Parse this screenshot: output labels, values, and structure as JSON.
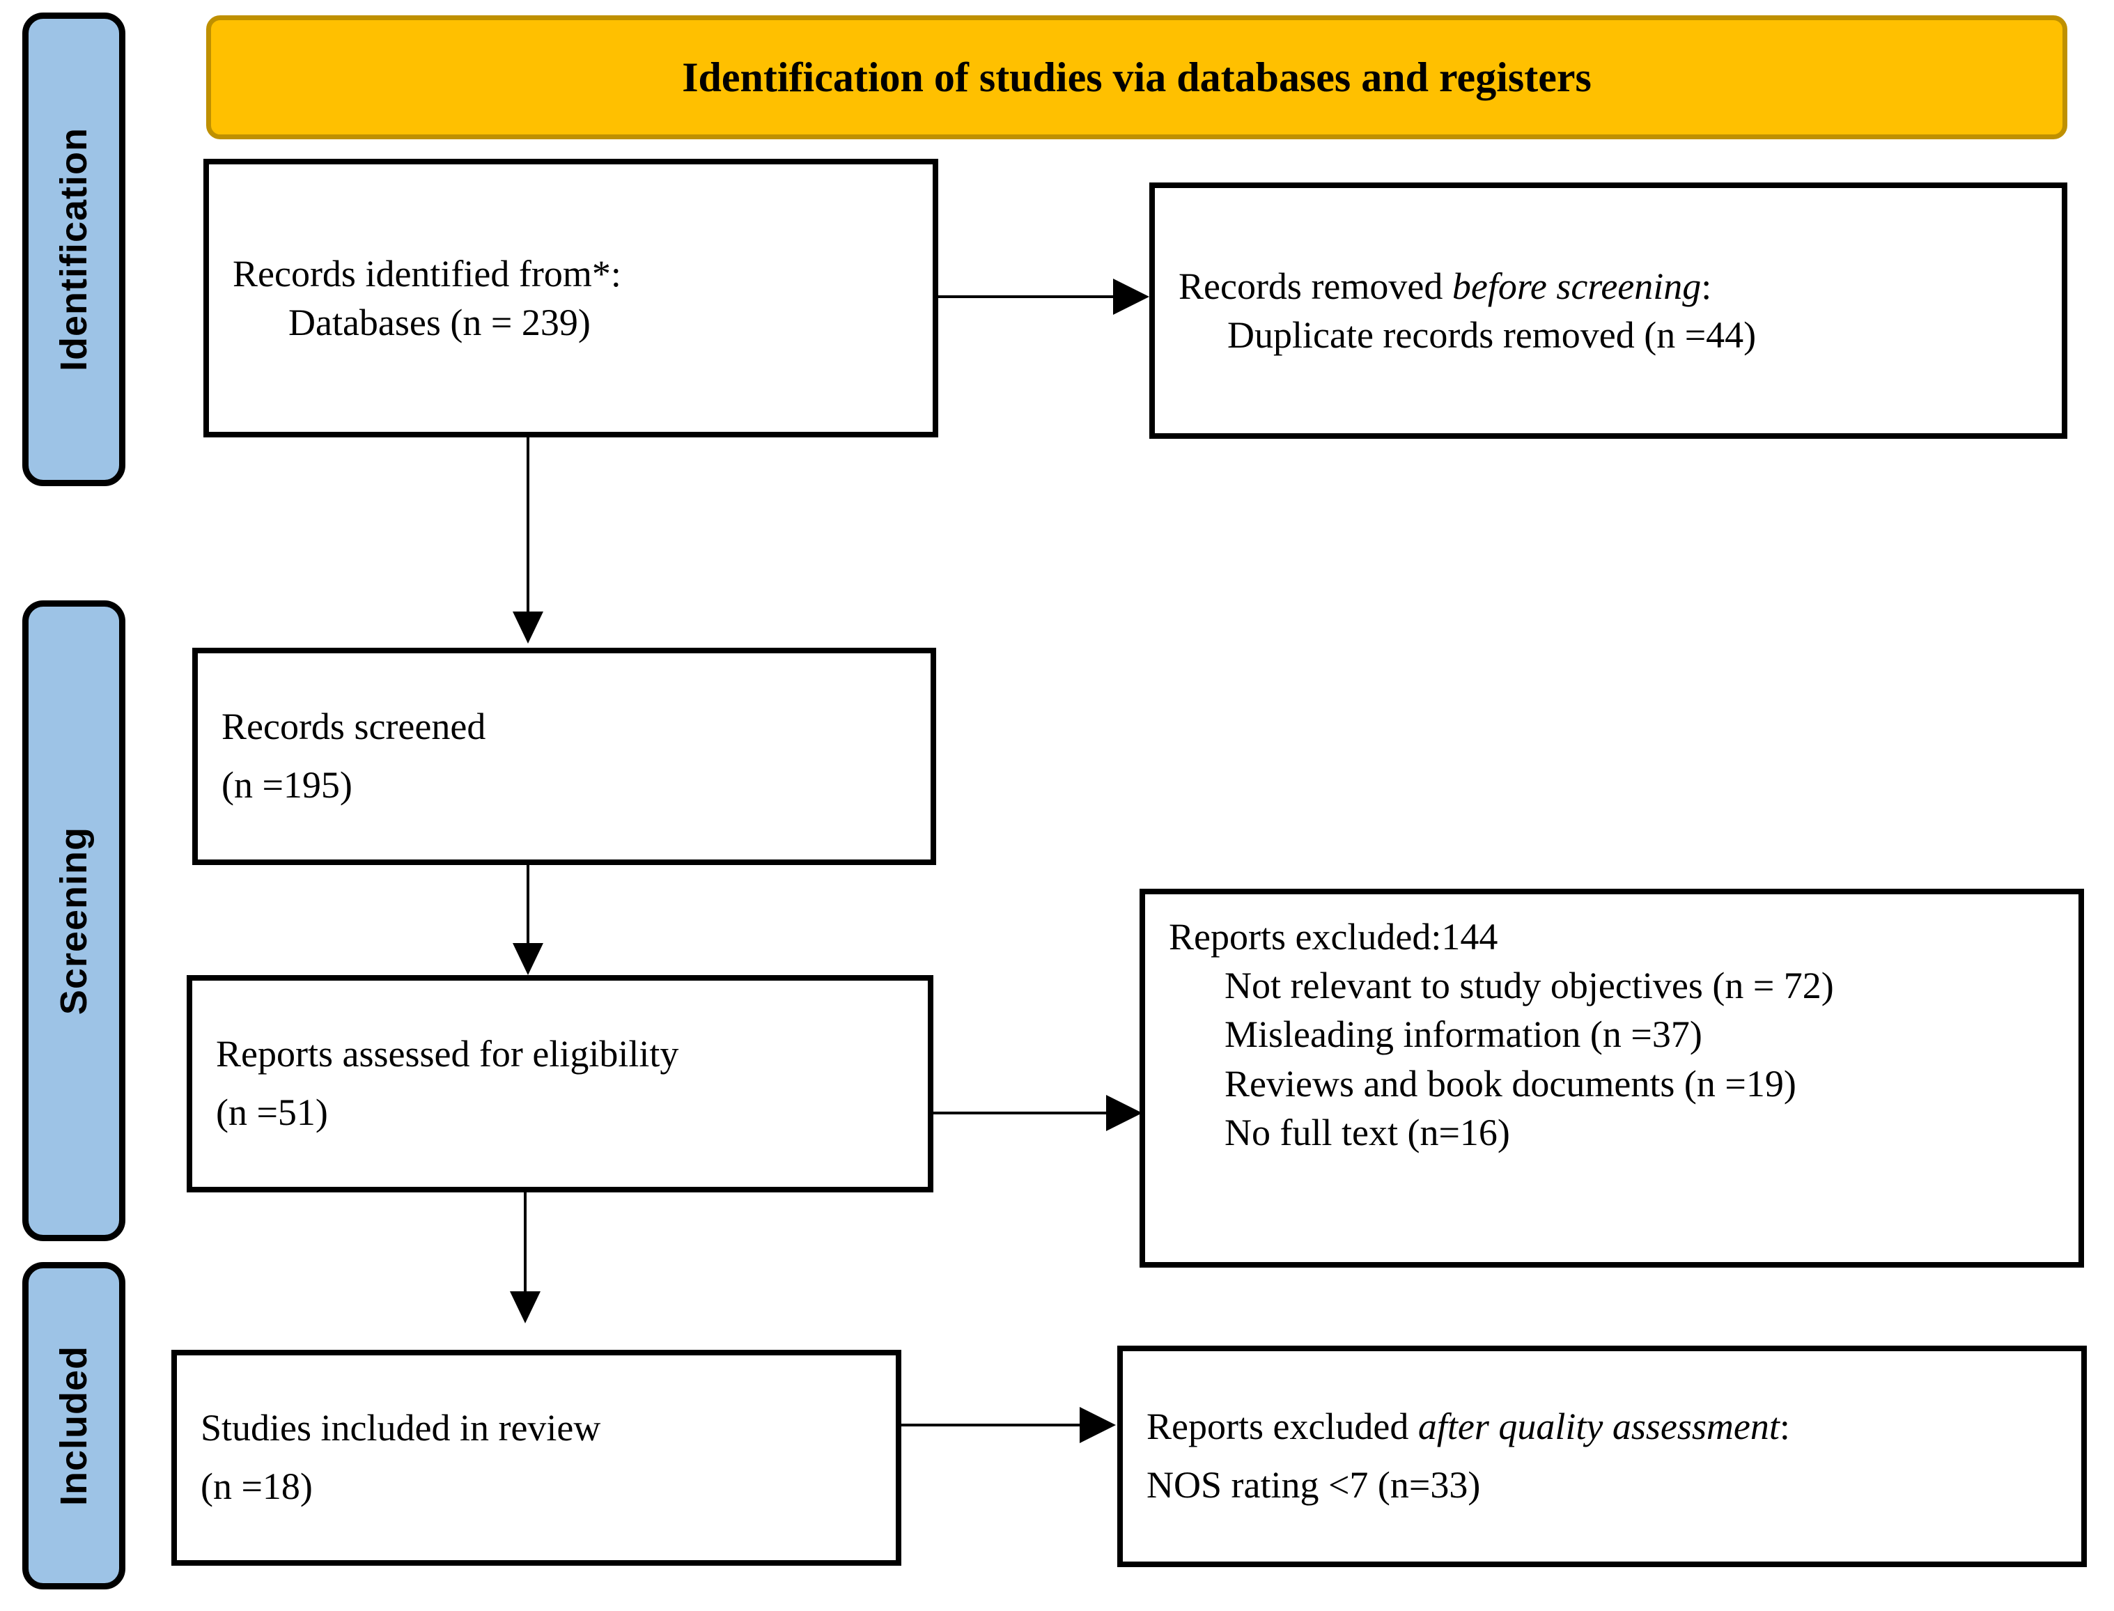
{
  "header": {
    "title": "Identification of studies via databases and registers"
  },
  "stages": [
    {
      "key": "identification",
      "label": "Identification"
    },
    {
      "key": "screening",
      "label": "Screening"
    },
    {
      "key": "included",
      "label": "Included"
    }
  ],
  "boxes": {
    "records_identified": {
      "line1": "Records identified from*:",
      "line2": "Databases (n = 239)"
    },
    "records_removed": {
      "line1_prefix": "Records removed ",
      "line1_italic": "before screening",
      "line1_suffix": ":",
      "line2": "Duplicate records removed (n =44)"
    },
    "records_screened": {
      "line1": "Records screened",
      "line2": "(n =195)"
    },
    "reports_assessed": {
      "line1": "Reports assessed for eligibility",
      "line2": "(n =51)"
    },
    "reports_excluded": {
      "heading": "Reports excluded:144",
      "reasons": [
        "Not relevant to study objectives (n = 72)",
        "Misleading information (n =37)",
        "Reviews and book documents (n =19)",
        "No full text (n=16)"
      ]
    },
    "studies_included": {
      "line1": "Studies included in review",
      "line2": "(n =18)"
    },
    "excluded_quality": {
      "line1_prefix": "Reports excluded ",
      "line1_italic": "after quality assessment",
      "line1_suffix": ":",
      "line2": "NOS rating <7 (n=33)"
    }
  },
  "colors": {
    "stage_fill": "#9DC3E6",
    "banner_fill": "#FFC000",
    "banner_border": "#BF9000",
    "box_border": "#000000",
    "text": "#000000"
  },
  "chart_data": {
    "type": "diagram",
    "title": "PRISMA 2020 flow diagram for new systematic reviews which included searches of databases and registers only",
    "nodes": [
      {
        "id": "records_identified",
        "stage": "Identification",
        "label": "Records identified from*: Databases (n = 239)",
        "n": 239
      },
      {
        "id": "records_removed",
        "stage": "Identification",
        "label": "Records removed before screening: Duplicate records removed (n =44)",
        "n": 44
      },
      {
        "id": "records_screened",
        "stage": "Screening",
        "label": "Records screened (n =195)",
        "n": 195
      },
      {
        "id": "reports_assessed",
        "stage": "Screening",
        "label": "Reports assessed for eligibility (n =51)",
        "n": 51
      },
      {
        "id": "reports_excluded",
        "stage": "Screening",
        "label": "Reports excluded:144",
        "n": 144,
        "breakdown": [
          {
            "reason": "Not relevant to study objectives",
            "n": 72
          },
          {
            "reason": "Misleading information",
            "n": 37
          },
          {
            "reason": "Reviews and book documents",
            "n": 19
          },
          {
            "reason": "No full text",
            "n": 16
          }
        ]
      },
      {
        "id": "studies_included",
        "stage": "Included",
        "label": "Studies included in review (n =18)",
        "n": 18
      },
      {
        "id": "excluded_quality",
        "stage": "Included",
        "label": "Reports excluded after quality assessment: NOS rating <7 (n=33)",
        "n": 33
      }
    ],
    "edges": [
      {
        "from": "records_identified",
        "to": "records_removed",
        "direction": "right"
      },
      {
        "from": "records_identified",
        "to": "records_screened",
        "direction": "down"
      },
      {
        "from": "records_screened",
        "to": "reports_assessed",
        "direction": "down"
      },
      {
        "from": "reports_assessed",
        "to": "reports_excluded",
        "direction": "right"
      },
      {
        "from": "reports_assessed",
        "to": "studies_included",
        "direction": "down"
      },
      {
        "from": "studies_included",
        "to": "excluded_quality",
        "direction": "right"
      }
    ]
  }
}
